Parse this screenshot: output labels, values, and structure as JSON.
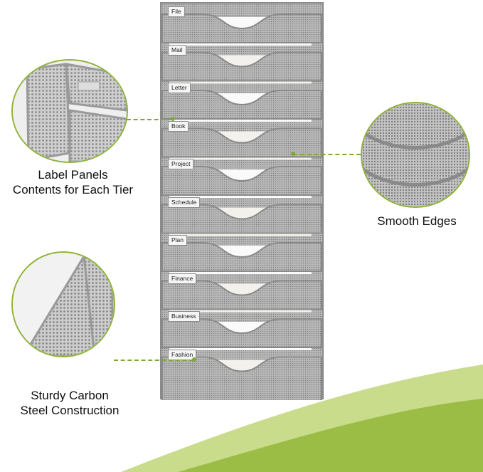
{
  "tiers": [
    "File",
    "Mail",
    "Letter",
    "Book",
    "Project",
    "Schedule",
    "Plan",
    "Finance",
    "Business",
    "Fashion"
  ],
  "callouts": {
    "label_panels": {
      "line1": "Label Panels",
      "line2": "Contents for Each Tier"
    },
    "smooth_edges": {
      "line1": "Smooth Edges"
    },
    "sturdy_steel": {
      "line1": "Sturdy Carbon",
      "line2": "Steel Construction"
    }
  },
  "colors": {
    "accent_green": "#8fb23c",
    "light_green": "#c9dc8c",
    "mesh_silver": "#a7a7a7"
  }
}
